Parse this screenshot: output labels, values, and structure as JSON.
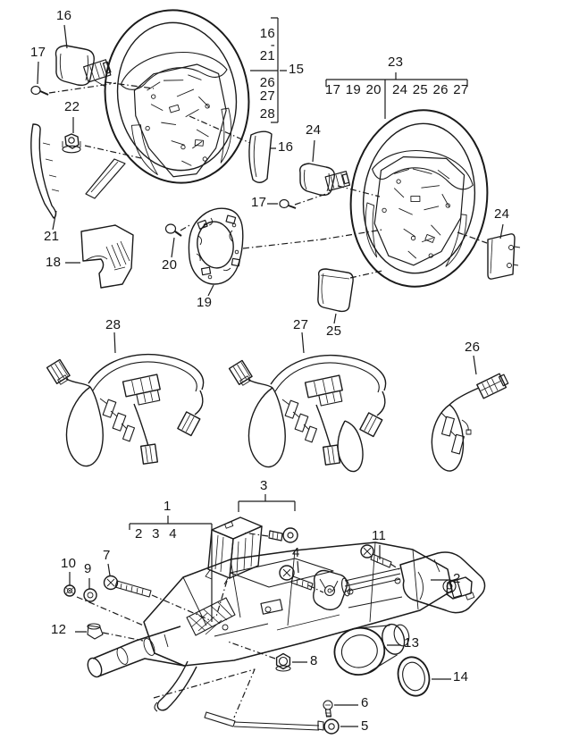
{
  "page": {
    "background": "#ffffff"
  },
  "diagram": {
    "line_color": "#1a1a1a",
    "highlight_color": "#008000",
    "highlighted_callout": "19"
  },
  "callouts": {
    "c16_tl": "16",
    "c17_tl": "17",
    "c22": "22",
    "c21": "21",
    "c18": "18",
    "c20": "20",
    "c19": "19",
    "c24_l": "24",
    "c16_r": "16",
    "c17_r": "17",
    "c24_r": "24",
    "c25": "25",
    "c28": "28",
    "c27": "27",
    "c26": "26",
    "c4": "4",
    "c7": "7",
    "c9": "9",
    "c10": "10",
    "c12": "12",
    "c11": "11",
    "c2": "2",
    "c8": "8",
    "c13": "13",
    "c14": "14",
    "c6": "6",
    "c5": "5"
  },
  "left_bracket": {
    "label": "15",
    "range_top": "16",
    "range_dash": "-",
    "range_bottom": "21",
    "items": [
      "26",
      "27",
      "28"
    ]
  },
  "right_bracket": {
    "label": "23",
    "group_a": "17 19 20",
    "group_b": "24 25 26 27"
  },
  "column_bracket": {
    "label": "1",
    "sub_items": "2 3 4"
  },
  "module_bracket": {
    "label": "3"
  }
}
